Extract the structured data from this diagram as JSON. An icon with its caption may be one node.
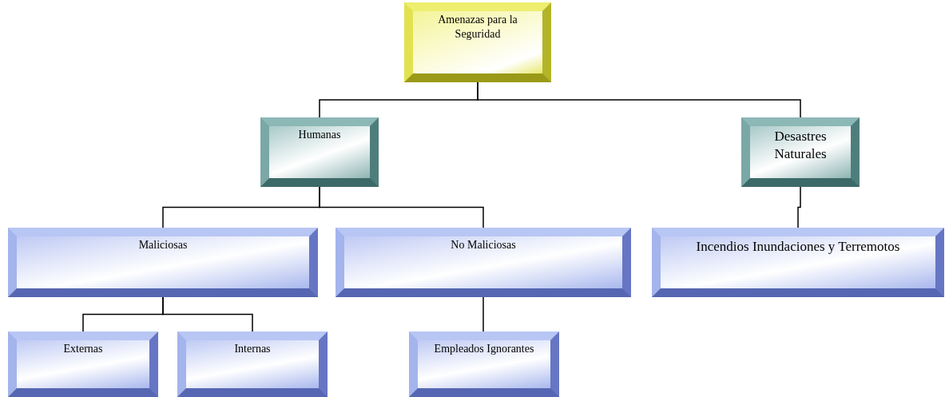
{
  "diagram": {
    "nodes": [
      {
        "text": [
          "Amenazas para la Seguridad"
        ]
      },
      {
        "text": [
          "Humanas"
        ]
      },
      {
        "text": [
          "Desastres Naturales"
        ]
      },
      {
        "text": [
          "Maliciosas"
        ]
      },
      {
        "text": [
          "No Maliciosas"
        ]
      },
      {
        "text": [
          "Incendios Inundaciones y Terremotos"
        ]
      },
      {
        "text": [
          "Externas"
        ]
      },
      {
        "text": [
          "Internas"
        ]
      },
      {
        "text": [
          "Empleados Ignorantes"
        ]
      }
    ],
    "edges": [
      {
        "from": 0,
        "to": 1,
        "arrow": "none"
      },
      {
        "from": 0,
        "to": 2,
        "arrow": "none"
      },
      {
        "from": 1,
        "to": 3,
        "arrow": "none"
      },
      {
        "from": 1,
        "to": 4,
        "arrow": "none"
      },
      {
        "from": 2,
        "to": 5,
        "arrow": "none"
      },
      {
        "from": 3,
        "to": 6,
        "arrow": "none"
      },
      {
        "from": 3,
        "to": 7,
        "arrow": "none"
      },
      {
        "from": 4,
        "to": 8,
        "arrow": "none"
      }
    ]
  }
}
